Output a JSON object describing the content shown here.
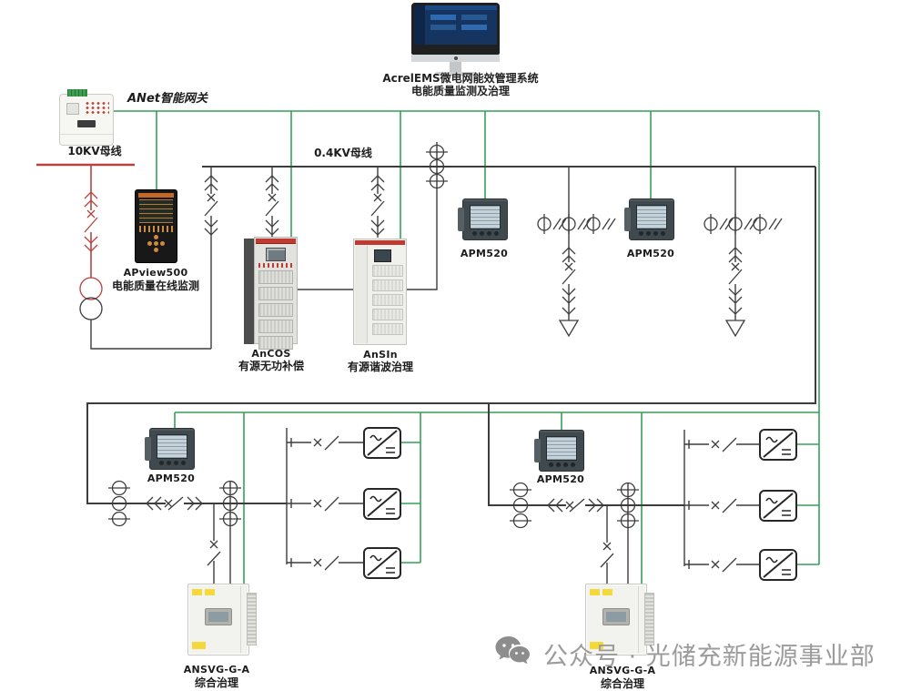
{
  "header": {
    "system_title_line1": "AcrelEMS微电网能效管理系统",
    "system_title_line2": "电能质量监测及治理",
    "gateway_label": "ANet智能网关"
  },
  "buses": {
    "hv_label": "10KV母线",
    "lv_label": "0.4KV母线"
  },
  "devices": {
    "apview500": {
      "model": "APview500",
      "desc": "电能质量在线监测"
    },
    "ancos": {
      "model": "AnCOS",
      "desc": "有源无功补偿"
    },
    "ansin": {
      "model": "AnSIn",
      "desc": "有源谐波治理"
    },
    "apm520": {
      "model": "APM520"
    },
    "ansvg": {
      "model": "ANSVG-G-A",
      "desc": "综合治理"
    }
  },
  "watermark": {
    "text": "公众号 · 光储充新能源事业部"
  },
  "colors": {
    "wire": "#3d3d3d",
    "ethernet": "#35a156",
    "hv_bus": "#b5433f",
    "watermark": "#9b9b9b"
  }
}
